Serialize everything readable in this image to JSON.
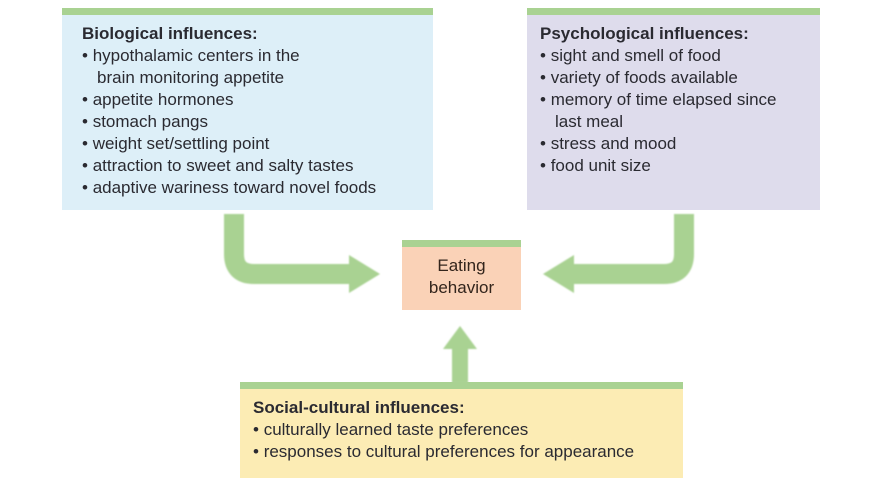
{
  "colors": {
    "background": "#ffffff",
    "accent_bar_green": "#a9d292",
    "arrow_green": "#a9d292",
    "biological_bg": "#ddeff8",
    "psychological_bg": "#dedcec",
    "social_bg": "#fcecb4",
    "center_bg": "#fad2b7",
    "text": "#2a2a31"
  },
  "boxes": {
    "biological": {
      "title": "Biological influences:",
      "items": [
        "hypothalamic centers in the\nbrain monitoring appetite",
        "appetite hormones",
        "stomach pangs",
        "weight set/settling point",
        "attraction to sweet and salty tastes",
        "adaptive wariness toward novel foods"
      ]
    },
    "psychological": {
      "title": "Psychological influences:",
      "items": [
        "sight and smell of food",
        "variety of foods available",
        "memory of time elapsed since\nlast meal",
        "stress and mood",
        "food unit size"
      ]
    },
    "social": {
      "title": "Social-cultural influences:",
      "items": [
        "culturally learned taste preferences",
        "responses to cultural preferences for appearance"
      ]
    },
    "center": {
      "label": "Eating\nbehavior"
    }
  },
  "arrows": [
    {
      "name": "biological-to-center-arrow",
      "direction": "down-then-right"
    },
    {
      "name": "psychological-to-center-arrow",
      "direction": "down-then-left"
    },
    {
      "name": "social-to-center-arrow",
      "direction": "up"
    }
  ]
}
